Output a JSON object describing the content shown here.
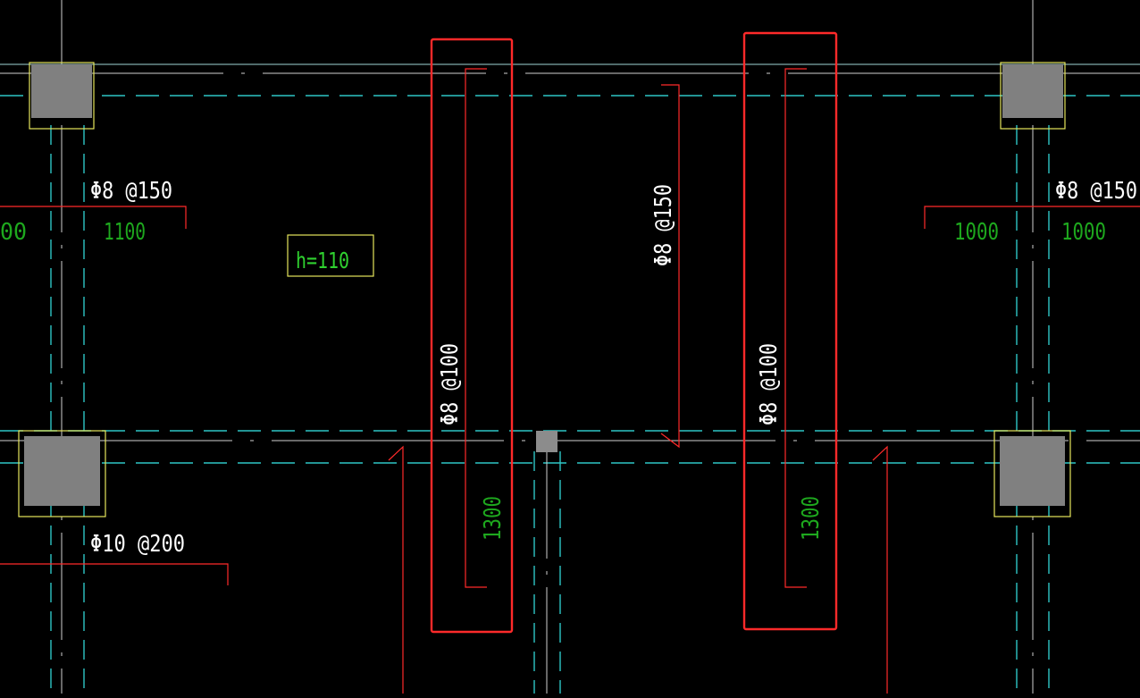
{
  "colors": {
    "background": "#000000",
    "axis_line": "#9fd6d6",
    "beam_dashed": "#2ec6c6",
    "column_fill": "#808080",
    "column_outline": "#e6e65c",
    "rebar_red": "#ff2a2a",
    "label_white": "#ffffff",
    "label_green": "#1ea81e",
    "thickness_text": "#2fd12f"
  },
  "labels": {
    "rebar_top_left": "Φ8 @150",
    "rebar_top_right": "Φ8 @150",
    "rebar_mid_vertical": "Φ8 @150",
    "rebar_strip_left": "Φ8 @100",
    "rebar_strip_right": "Φ8 @100",
    "rebar_bottom_left": "Φ10 @200",
    "dim_top_left_partial": "00",
    "dim_top_left": "1100",
    "dim_top_right_a": "1000",
    "dim_top_right_b": "1000",
    "dim_strip_left": "1300",
    "dim_strip_right": "1300",
    "slab_thickness": "h=110"
  }
}
